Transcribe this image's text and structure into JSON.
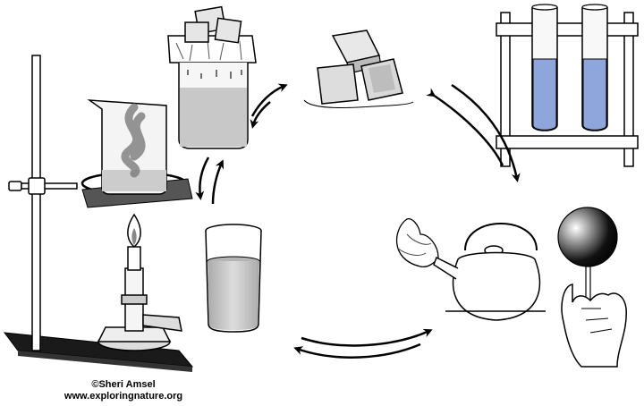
{
  "credit": {
    "author": "©Sheri Amsel",
    "website": "www.exploringnature.org"
  },
  "colors": {
    "outline": "#000000",
    "water_grey": "#c8c8c8",
    "test_tube_blue": "#8ea6dc",
    "ice_grey": "#d6d6d6",
    "smoke": "#8a8a8a",
    "base_black": "#1a1a1a"
  },
  "icons": [
    "ring-stand",
    "bunsen-burner",
    "beaker-smoke",
    "beaker-ice-condensation",
    "glass-of-water",
    "ice-cubes",
    "test-tube-rack",
    "tea-kettle-steam",
    "hand-holding-ball",
    "cycle-arrows"
  ]
}
